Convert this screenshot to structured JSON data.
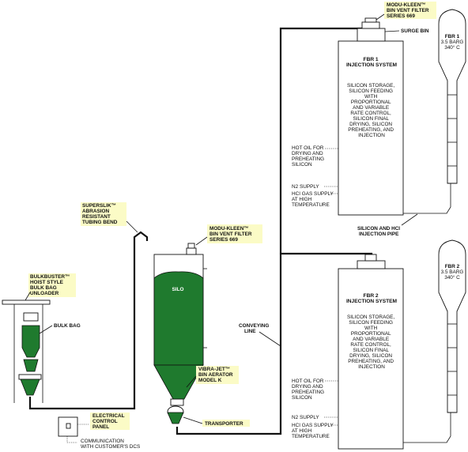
{
  "labels": {
    "modu_kleen_top": [
      "MODU-KLEEN™",
      "BIN VENT FILTER",
      "SERIES 669"
    ],
    "surge_bin": "SURGE BIN",
    "fbr1_title": "FBR 1",
    "fbr1_pressure": "3.5 BARG",
    "fbr1_temp": "340° C",
    "fbr2_title": "FBR 2",
    "fbr2_pressure": "3.5 BARG",
    "fbr2_temp": "340° C",
    "superslik": [
      "SUPERSLIK™",
      "ABRASION",
      "RESISTANT",
      "TUBING BEND"
    ],
    "modu_kleen_silo": [
      "MODU-KLEEN™",
      "BIN VENT FILTER",
      "SERIES 669"
    ],
    "bulkbuster": [
      "BULKBUSTER™",
      "HOIST STYLE",
      "BULK BAG",
      "UNLOADER"
    ],
    "bulk_bag": "BULK BAG",
    "silo": "SILO",
    "conveying_line": [
      "CONVEYING",
      "LINE"
    ],
    "vibra_jet": [
      "VIBRA-JET™",
      "BIN AERATOR",
      "MODEL K"
    ],
    "transporter": "TRANSPORTER",
    "electrical": [
      "ELECTRICAL",
      "CONTROL",
      "PANEL"
    ],
    "communication": [
      "COMMUNICATION",
      "WITH CUSTOMER'S DCS"
    ],
    "silicon_hcl_pipe": [
      "SILICON AND HCI",
      "INJECTION PIPE"
    ]
  },
  "fbr1_box": {
    "title": [
      "FBR 1",
      "INJECTION SYSTEM"
    ],
    "desc": [
      "SILICON STORAGE,",
      "SILICON FEEDING",
      "WITH",
      "PROPORTIONAL",
      "AND VARIABLE",
      "RATE CONTROL,",
      "SILICON FINAL",
      "DRYING, SILICON",
      "PREHEATING, AND",
      "INJECTION"
    ],
    "hot_oil": [
      "HOT OIL FOR",
      "DRYING AND",
      "PREHEATING",
      "SILICON"
    ],
    "n2": "N2 SUPPLY",
    "hcl": [
      "HCI GAS SUPPLY",
      "AT HIGH",
      "TEMPERATURE"
    ]
  },
  "fbr2_box": {
    "title": [
      "FBR 2",
      "INJECTION SYSTEM"
    ],
    "desc": [
      "SILICON STORAGE,",
      "SILICON FEEDING",
      "WITH",
      "PROPORTIONAL",
      "AND VARIABLE",
      "RATE CONTROL,",
      "SILICON FINAL",
      "DRYING, SILICON",
      "PREHEATING, AND",
      "INJECTION"
    ],
    "hot_oil": [
      "HOT OIL FOR",
      "DRYING AND",
      "PREHEATING",
      "SILICON"
    ],
    "n2": "N2 SUPPLY",
    "hcl": [
      "HCI GAS SUPPLY",
      "AT HIGH",
      "TEMPERATURE"
    ]
  }
}
